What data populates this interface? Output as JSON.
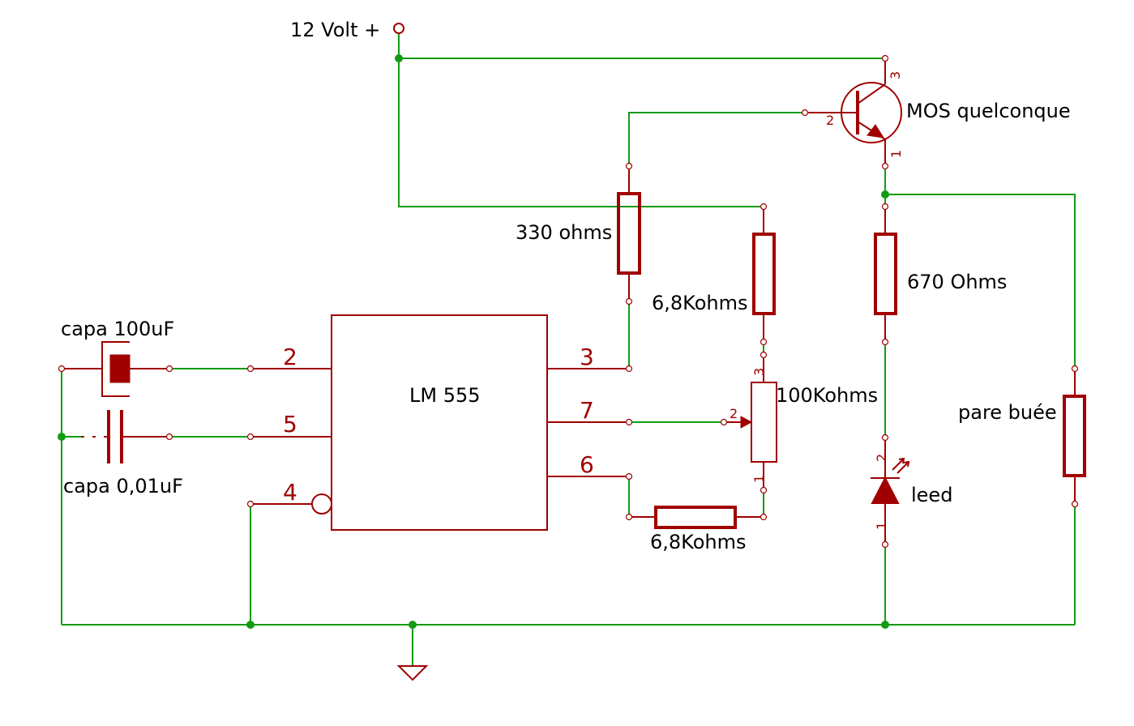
{
  "colors": {
    "wire": "#139b13",
    "component": "#a00000",
    "text": "#000000"
  },
  "labels": {
    "supply": "12 Volt +",
    "transistor": "MOS quelconque",
    "r330": "330 ohms",
    "r68k_top": "6,8Kohms",
    "r670": "670 Ohms",
    "pot": "100Kohms",
    "pare_buee": "pare buée",
    "led": "leed",
    "r68k_bottom": "6,8Kohms",
    "cap100": "capa 100uF",
    "cap001": "capa 0,01uF",
    "ic": "LM 555"
  },
  "ic_pins": {
    "p2": "2",
    "p5": "5",
    "p4": "4",
    "p3": "3",
    "p7": "7",
    "p6": "6"
  },
  "small_pins": {
    "t3": "3",
    "t2": "2",
    "t1": "1",
    "pot3": "3",
    "pot2": "2",
    "pot1": "1",
    "led2": "2",
    "led1": "1"
  }
}
